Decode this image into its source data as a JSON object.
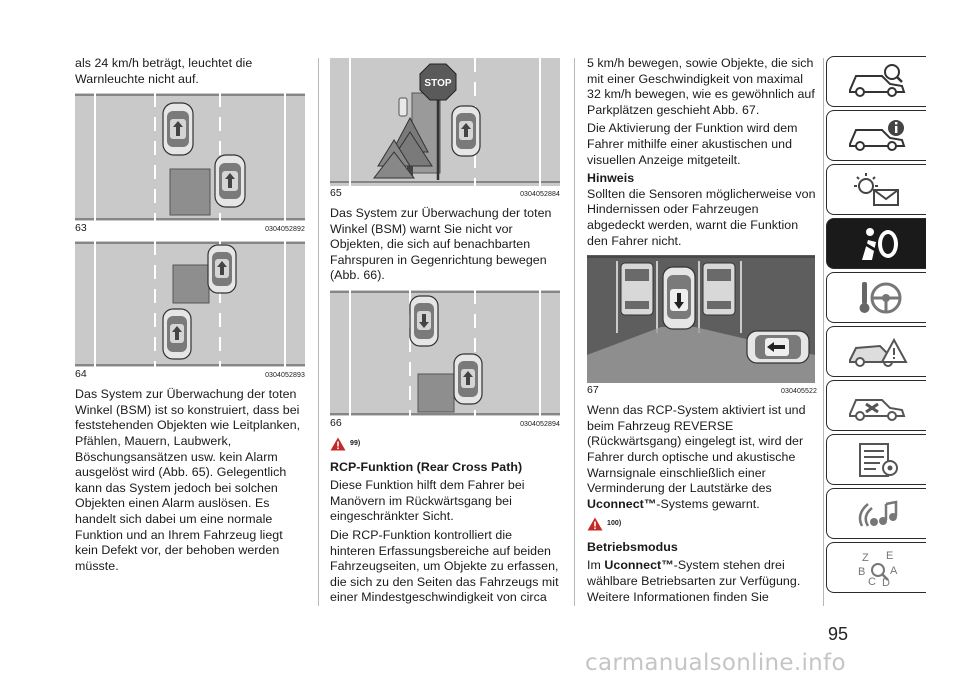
{
  "page_number": "95",
  "watermark": "carmanualsonline.info",
  "column1": {
    "intro": "als 24 km/h beträgt, leuchtet die Warnleuchte nicht auf.",
    "fig63_num": "63",
    "fig63_code": "0304052892",
    "fig64_num": "64",
    "fig64_code": "0304052893",
    "body": "Das System zur Überwachung der toten Winkel (BSM) ist so konstruiert, dass bei feststehenden Objekten wie Leitplanken, Pfählen, Mauern, Laubwerk, Böschungsansätzen usw. kein Alarm ausgelöst wird (Abb. 65). Gelegentlich kann das System jedoch bei solchen Objekten einen Alarm auslösen. Es handelt sich dabei um eine normale Funktion und an Ihrem Fahrzeug liegt kein Defekt vor, der behoben werden müsste."
  },
  "column2": {
    "fig65_num": "65",
    "fig65_code": "0304052884",
    "stop_sign": "STOP",
    "body": "Das System zur Überwachung der toten Winkel (BSM) warnt Sie nicht vor Objekten, die sich auf benachbarten Fahrspuren in Gegenrichtung bewegen (Abb. 66).",
    "fig66_num": "66",
    "fig66_code": "0304052894",
    "warn_ref": "99)",
    "heading": "RCP-Funktion (Rear Cross Path)",
    "p1": "Diese Funktion hilft dem Fahrer bei Manövern im Rückwärtsgang bei eingeschränkter Sicht.",
    "p2": "Die RCP-Funktion kontrolliert die hinteren Erfassungsbereiche auf beiden Fahrzeugseiten, um Objekte zu erfassen, die sich zu den Seiten das Fahrzeugs mit einer Mindestgeschwindigkeit von circa"
  },
  "column3": {
    "p1": "5 km/h bewegen, sowie Objekte, die sich mit einer Geschwindigkeit von maximal 32 km/h bewegen, wie es gewöhnlich auf Parkplätzen geschieht Abb. 67.",
    "p2": "Die Aktivierung der Funktion wird dem Fahrer mithilfe einer akustischen und visuellen Anzeige mitgeteilt.",
    "hinweis_heading": "Hinweis",
    "hinweis_text": "Sollten die Sensoren möglicherweise von Hindernissen oder Fahrzeugen abgedeckt werden, warnt die Funktion den Fahrer nicht.",
    "fig67_num": "67",
    "fig67_code": "030405522",
    "p3": "Wenn das RCP-System aktiviert ist und beim Fahrzeug REVERSE (Rückwärtsgang) eingelegt ist, wird der Fahrer durch optische und akustische Warnsignale einschließlich einer Verminderung der Lautstärke des",
    "p3_bold": "Uconnect™",
    "p3_end": "-Systems gewarnt.",
    "warn_ref": "100)",
    "heading": "Betriebsmodus",
    "p4_start": "Im",
    "p4_bold": "Uconnect™",
    "p4_end": "-System stehen drei wählbare Betriebsarten zur Verfügung. Weitere Informationen finden Sie"
  },
  "sidebar": {
    "tabs": [
      {
        "icon": "car-dashboard-icon",
        "active": false
      },
      {
        "icon": "car-info-icon",
        "active": false
      },
      {
        "icon": "warning-lights-icon",
        "active": false
      },
      {
        "icon": "safety-airbag-icon",
        "active": true
      },
      {
        "icon": "steering-wheel-icon",
        "active": false
      },
      {
        "icon": "emergency-icon",
        "active": false
      },
      {
        "icon": "car-service-icon",
        "active": false
      },
      {
        "icon": "technical-data-icon",
        "active": false
      },
      {
        "icon": "multimedia-icon",
        "active": false
      },
      {
        "icon": "index-icon",
        "active": false
      }
    ],
    "index_letters": [
      "Z",
      "E",
      "B",
      "A",
      "C",
      "D"
    ]
  }
}
